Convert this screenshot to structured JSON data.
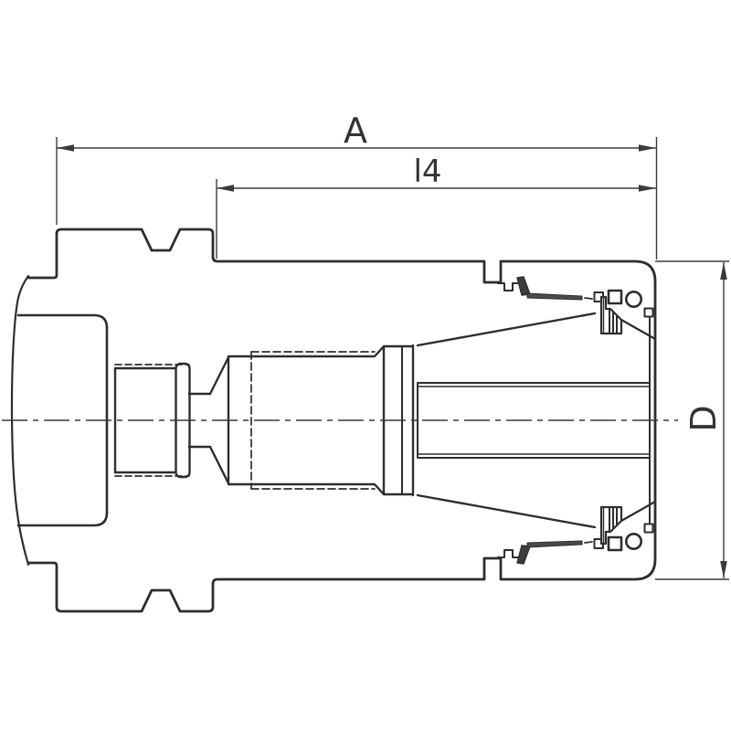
{
  "drawing": {
    "description_labels": {
      "overall_length": "A",
      "clamp_length": "l4",
      "diameter": "D"
    },
    "colors": {
      "line": "#2e2e2e",
      "dimension_line": "#3a3a3a",
      "background": "#ffffff"
    }
  }
}
